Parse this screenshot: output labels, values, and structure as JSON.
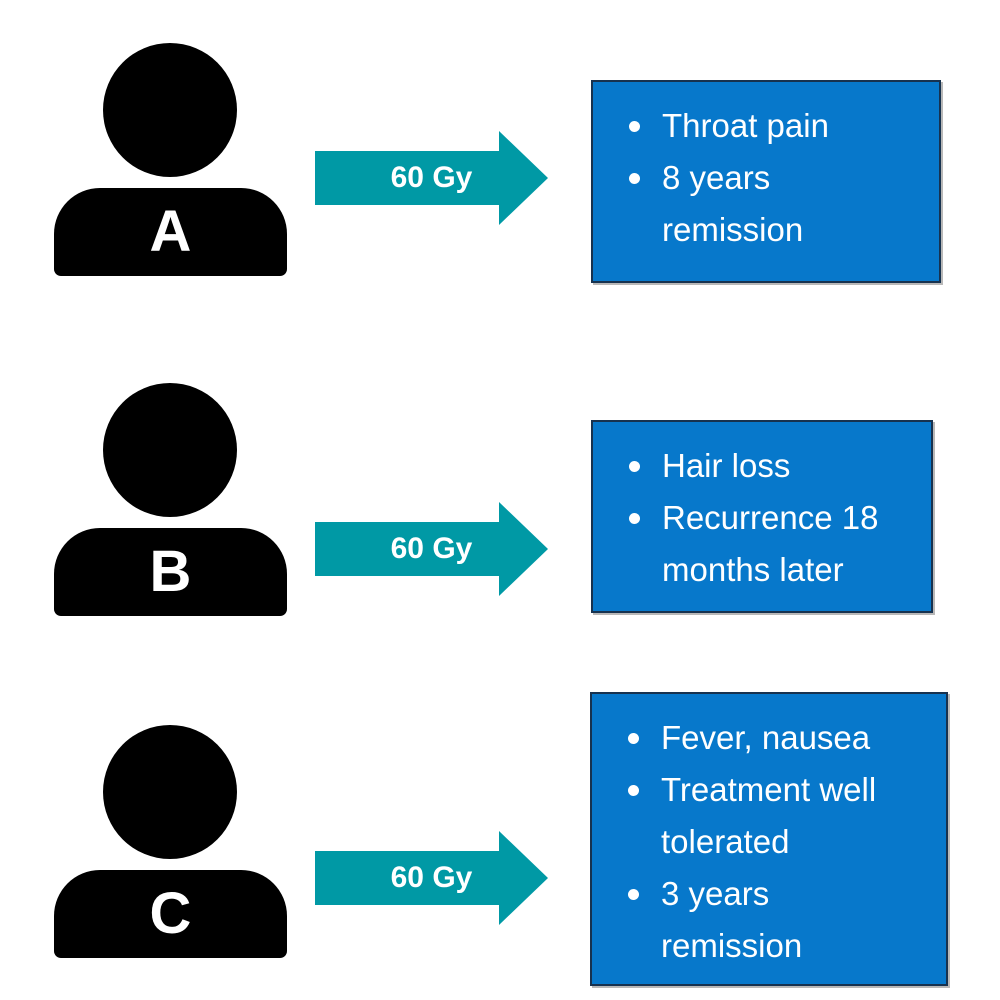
{
  "colors": {
    "background": "#FFFFFF",
    "icon_black": "#000000",
    "arrow_teal": "#0099A5",
    "box_blue": "#0778CB",
    "box_border_navy": "#17324F",
    "text_white": "#FFFFFF"
  },
  "patients": [
    {
      "label": "A",
      "dose_label": "60 Gy",
      "outcomes": [
        "Throat pain",
        "8 years\nremission"
      ]
    },
    {
      "label": "B",
      "dose_label": "60 Gy",
      "outcomes": [
        "Hair loss",
        "Recurrence 18\nmonths later"
      ]
    },
    {
      "label": "C",
      "dose_label": "60 Gy",
      "outcomes": [
        "Fever, nausea",
        "Treatment well\ntolerated",
        "3 years\nremission"
      ]
    }
  ]
}
